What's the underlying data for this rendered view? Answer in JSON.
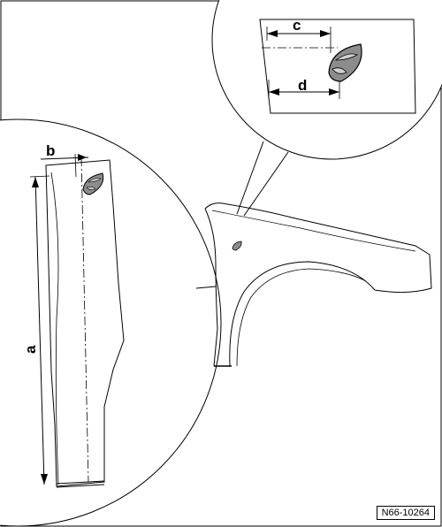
{
  "diagram": {
    "labels": {
      "a": "a",
      "b": "b",
      "c": "c",
      "d": "d"
    },
    "reference_code": "N66-10264"
  },
  "colors": {
    "line": "#000000",
    "badge_fill": "#8c8c8c",
    "badge_highlight": "#d0d0d0",
    "background": "#ffffff"
  }
}
